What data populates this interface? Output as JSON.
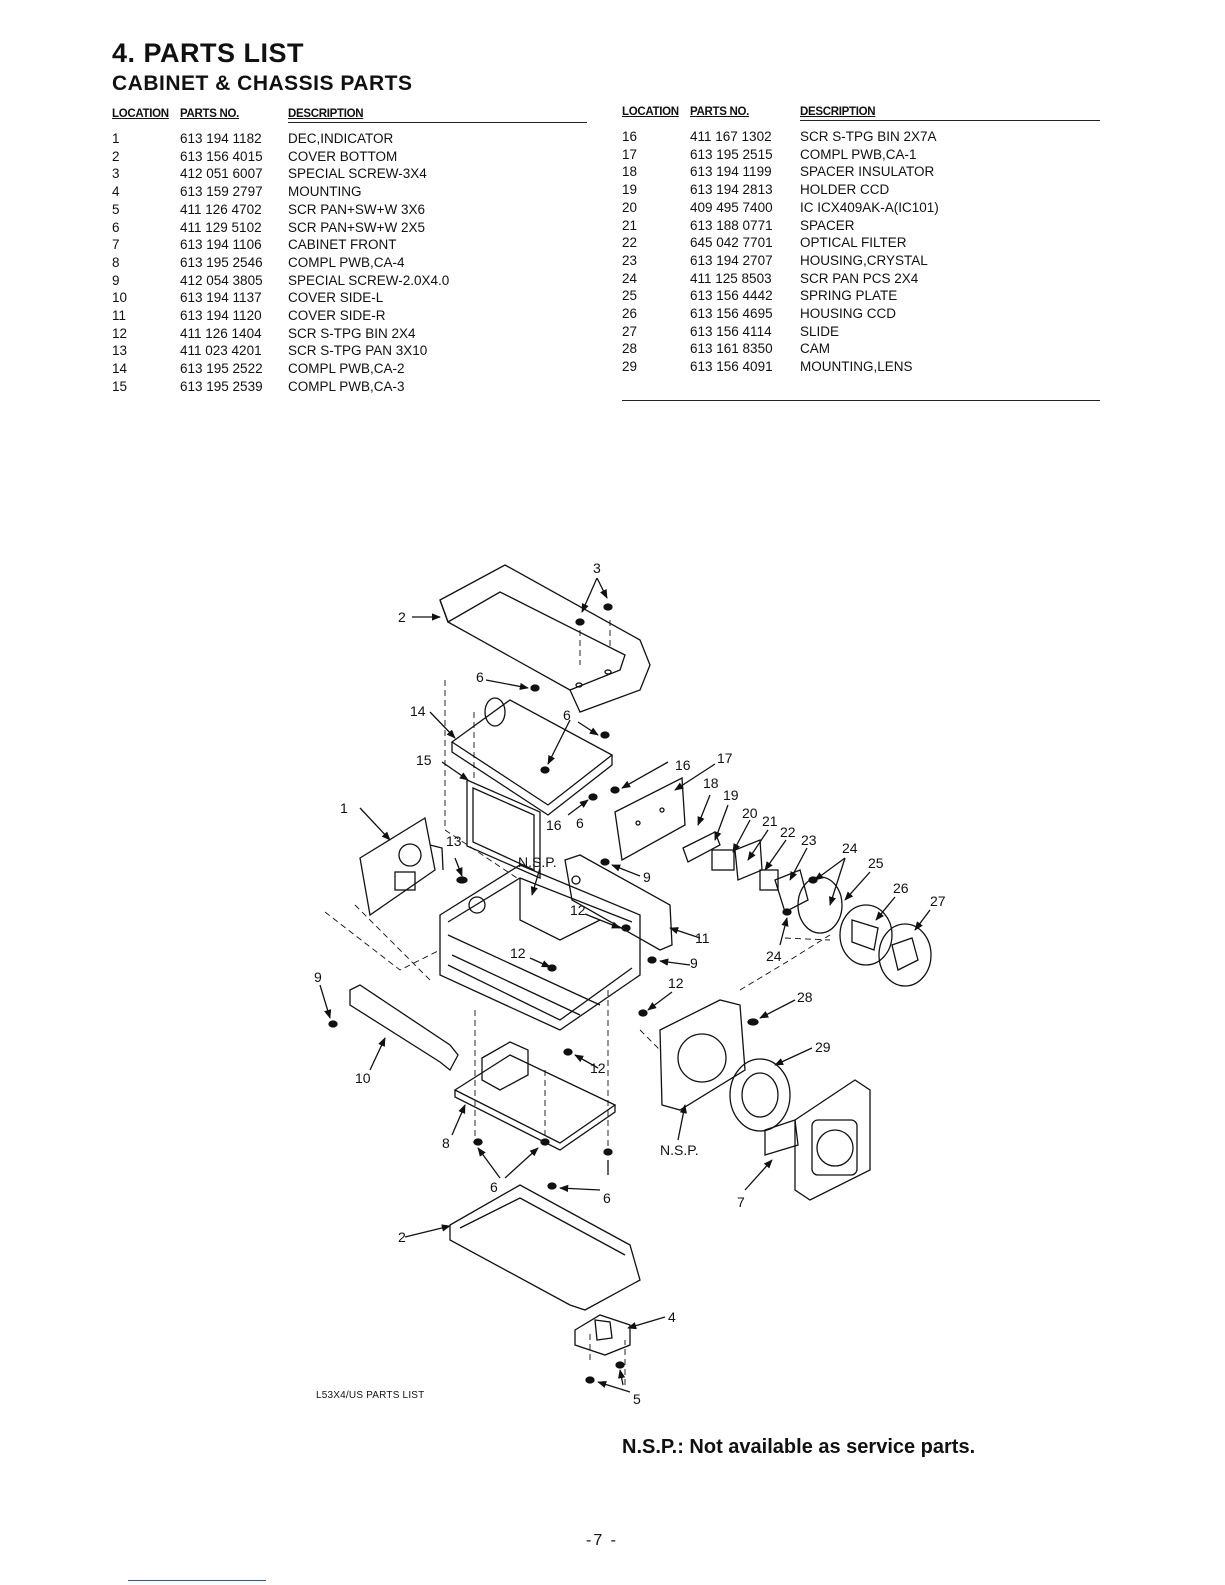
{
  "page": {
    "section_title": "4. PARTS LIST",
    "section_subtitle": "CABINET & CHASSIS PARTS",
    "footnote": "L53X4/US PARTS LIST",
    "nsp_note": "N.S.P.: Not available as service parts.",
    "page_number": "-7 -"
  },
  "table": {
    "headers": {
      "location": "LOCATION",
      "parts_no": "PARTS NO.",
      "description": "DESCRIPTION"
    },
    "left_rows": [
      {
        "loc": "1",
        "no": "613 194 1182",
        "desc": "DEC,INDICATOR"
      },
      {
        "loc": "2",
        "no": "613 156 4015",
        "desc": "COVER BOTTOM"
      },
      {
        "loc": "3",
        "no": "412 051 6007",
        "desc": "SPECIAL SCREW-3X4"
      },
      {
        "loc": "4",
        "no": "613 159 2797",
        "desc": "MOUNTING"
      },
      {
        "loc": "5",
        "no": "411 126 4702",
        "desc": "SCR PAN+SW+W 3X6"
      },
      {
        "loc": "6",
        "no": "411 129 5102",
        "desc": "SCR PAN+SW+W 2X5"
      },
      {
        "loc": "7",
        "no": "613 194 1106",
        "desc": "CABINET FRONT"
      },
      {
        "loc": "8",
        "no": "613 195 2546",
        "desc": "COMPL PWB,CA-4"
      },
      {
        "loc": "9",
        "no": "412 054 3805",
        "desc": "SPECIAL SCREW-2.0X4.0"
      },
      {
        "loc": "10",
        "no": "613 194 1137",
        "desc": "COVER SIDE-L"
      },
      {
        "loc": "11",
        "no": "613 194 1120",
        "desc": "COVER SIDE-R"
      },
      {
        "loc": "12",
        "no": "411 126 1404",
        "desc": "SCR S-TPG BIN 2X4"
      },
      {
        "loc": "13",
        "no": "411 023 4201",
        "desc": "SCR S-TPG PAN 3X10"
      },
      {
        "loc": "14",
        "no": "613 195 2522",
        "desc": "COMPL PWB,CA-2"
      },
      {
        "loc": "15",
        "no": "613 195 2539",
        "desc": "COMPL PWB,CA-3"
      }
    ],
    "right_rows": [
      {
        "loc": "16",
        "no": "411 167 1302",
        "desc": "SCR S-TPG BIN 2X7A"
      },
      {
        "loc": "17",
        "no": "613 195 2515",
        "desc": "COMPL PWB,CA-1"
      },
      {
        "loc": "18",
        "no": "613 194 1199",
        "desc": "SPACER INSULATOR"
      },
      {
        "loc": "19",
        "no": "613 194 2813",
        "desc": "HOLDER CCD"
      },
      {
        "loc": "20",
        "no": "409 495 7400",
        "desc": "IC ICX409AK-A(IC101)"
      },
      {
        "loc": "21",
        "no": "613 188 0771",
        "desc": "SPACER"
      },
      {
        "loc": "22",
        "no": "645 042 7701",
        "desc": "OPTICAL FILTER"
      },
      {
        "loc": "23",
        "no": "613 194 2707",
        "desc": "HOUSING,CRYSTAL"
      },
      {
        "loc": "24",
        "no": "411 125 8503",
        "desc": "SCR PAN PCS 2X4"
      },
      {
        "loc": "25",
        "no": "613 156 4442",
        "desc": "SPRING PLATE"
      },
      {
        "loc": "26",
        "no": "613 156 4695",
        "desc": "HOUSING CCD"
      },
      {
        "loc": "27",
        "no": "613 156 4114",
        "desc": "SLIDE"
      },
      {
        "loc": "28",
        "no": "613 161 8350",
        "desc": "CAM"
      },
      {
        "loc": "29",
        "no": "613 156 4091",
        "desc": "MOUNTING,LENS"
      }
    ]
  },
  "diagram": {
    "callouts": [
      "1",
      "2",
      "2",
      "3",
      "4",
      "5",
      "6",
      "6",
      "6",
      "6",
      "6",
      "7",
      "8",
      "9",
      "9",
      "9",
      "10",
      "11",
      "12",
      "12",
      "12",
      "12",
      "13",
      "14",
      "15",
      "16",
      "16",
      "17",
      "18",
      "19",
      "20",
      "21",
      "22",
      "23",
      "24",
      "24",
      "25",
      "26",
      "27",
      "28",
      "29"
    ],
    "nsp_labels": [
      "N.S.P.",
      "N.S.P."
    ]
  }
}
